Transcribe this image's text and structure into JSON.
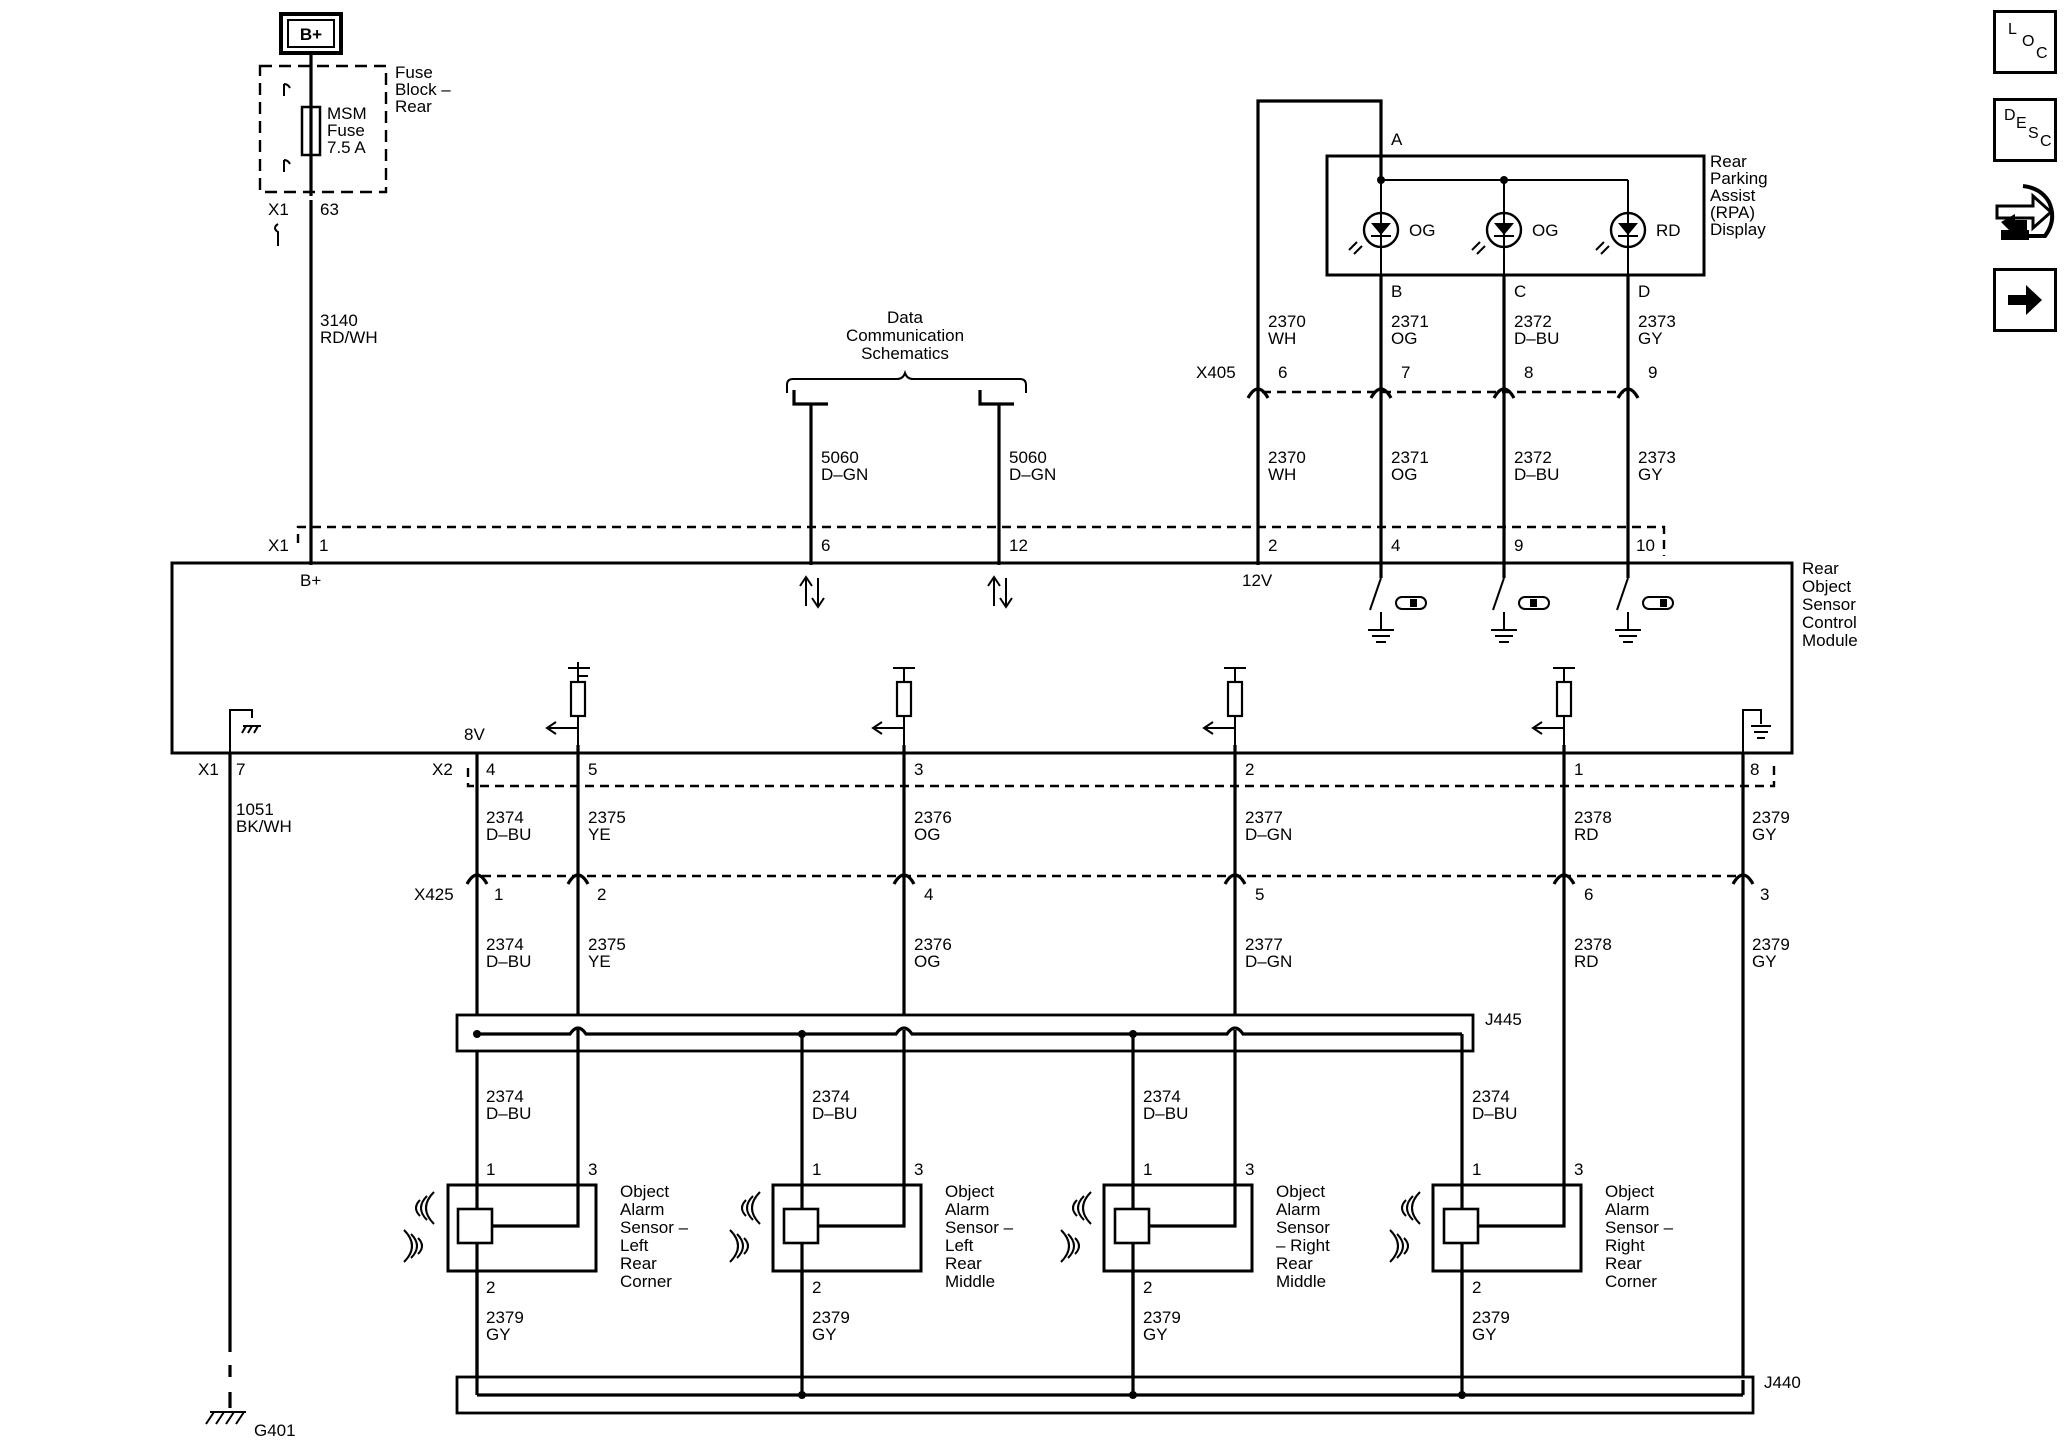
{
  "power": {
    "source": "B+"
  },
  "fuse_block": {
    "name_l1": "Fuse",
    "name_l2": "Block –",
    "name_l3": "Rear",
    "fuse_l1": "MSM",
    "fuse_l2": "Fuse",
    "fuse_l3": "7.5 A"
  },
  "module": {
    "name_l1": "Rear",
    "name_l2": "Object",
    "name_l3": "Sensor",
    "name_l4": "Control",
    "name_l5": "Module",
    "bplus": "B+",
    "v12": "12V",
    "v8": "8V"
  },
  "display": {
    "name_l1": "Rear",
    "name_l2": "Parking",
    "name_l3": "Assist",
    "name_l4": "(RPA)",
    "name_l5": "Display",
    "pin_a": "A",
    "pin_b": "B",
    "pin_c": "C",
    "pin_d": "D",
    "led1": "OG",
    "led2": "OG",
    "led3": "RD"
  },
  "data_comm": {
    "l1": "Data",
    "l2": "Communication",
    "l3": "Schematics"
  },
  "connectors": {
    "x1": "X1",
    "x2": "X2",
    "x405": "X405",
    "x425": "X425",
    "fuse_pin": "63",
    "j445": "J445",
    "j440": "J440",
    "g401": "G401"
  },
  "pins": {
    "x1_1": "1",
    "x1_6": "6",
    "x1_12": "12",
    "x1_2": "2",
    "x1_4": "4",
    "x1_9": "9",
    "x1_10": "10",
    "x1_7": "7",
    "x405_6": "6",
    "x405_7": "7",
    "x405_8": "8",
    "x405_9": "9",
    "x2_4": "4",
    "x2_5": "5",
    "x2_3": "3",
    "x2_2": "2",
    "x2_1": "1",
    "x2_8": "8",
    "x425_1": "1",
    "x425_2": "2",
    "x425_4": "4",
    "x425_5": "5",
    "x425_6": "6",
    "x425_3": "3"
  },
  "circuits": {
    "c3140": "3140",
    "c3140_color": "RD/WH",
    "c5060": "5060",
    "c5060_color": "D–GN",
    "c2370": "2370",
    "c2370_color": "WH",
    "c2371": "2371",
    "c2371_color": "OG",
    "c2372": "2372",
    "c2372_color": "D–BU",
    "c2373": "2373",
    "c2373_color": "GY",
    "c1051": "1051",
    "c1051_color": "BK/WH",
    "c2374": "2374",
    "c2374_color": "D–BU",
    "c2375": "2375",
    "c2375_color": "YE",
    "c2376": "2376",
    "c2376_color": "OG",
    "c2377": "2377",
    "c2377_color": "D–GN",
    "c2378": "2378",
    "c2378_color": "RD",
    "c2379": "2379",
    "c2379_color": "GY"
  },
  "sensors": [
    {
      "l1": "Object",
      "l2": "Alarm",
      "l3": "Sensor –",
      "l4": "Left",
      "l5": "Rear",
      "l6": "Corner",
      "pin1": "1",
      "pin2": "2",
      "pin3": "3"
    },
    {
      "l1": "Object",
      "l2": "Alarm",
      "l3": "Sensor –",
      "l4": "Left",
      "l5": "Rear",
      "l6": "Middle",
      "pin1": "1",
      "pin2": "2",
      "pin3": "3"
    },
    {
      "l1": "Object",
      "l2": "Alarm",
      "l3": "Sensor",
      "l4": "– Right",
      "l5": "Rear",
      "l6": "Middle",
      "pin1": "1",
      "pin2": "2",
      "pin3": "3"
    },
    {
      "l1": "Object",
      "l2": "Alarm",
      "l3": "Sensor –",
      "l4": "Right",
      "l5": "Rear",
      "l6": "Corner",
      "pin1": "1",
      "pin2": "2",
      "pin3": "3"
    }
  ],
  "nav": {
    "loc": {
      "a": "L",
      "b": "O",
      "c": "C"
    },
    "desc": {
      "a": "D",
      "b": "E",
      "c": "S",
      "d": "C"
    },
    "swap_icon": "swap-arrows-icon",
    "next_icon": "right-arrow-icon"
  }
}
